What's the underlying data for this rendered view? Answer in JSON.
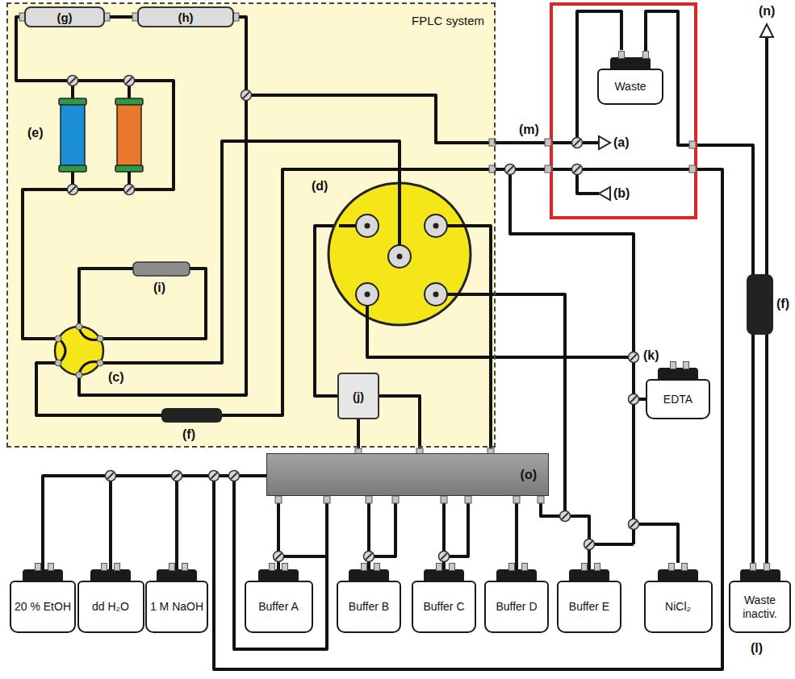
{
  "diagram": {
    "nodes": [
      {
        "text": [
          "FPLC system"
        ]
      },
      {
        "text": [
          "(g)"
        ],
        "in": 0
      },
      {
        "text": [
          "(h)"
        ],
        "in": 0
      },
      {
        "text": [
          "(j)"
        ],
        "in": 0
      },
      {
        "text": [
          "Waste"
        ]
      },
      {
        "text": [
          "(o)"
        ]
      },
      {
        "text": [
          "EDTA"
        ]
      },
      {
        "text": [
          "20 % EtOH"
        ]
      },
      {
        "text": [
          "dd H₂O"
        ]
      },
      {
        "text": [
          "1 M NaOH"
        ]
      },
      {
        "text": [
          "Buffer A"
        ]
      },
      {
        "text": [
          "Buffer B"
        ]
      },
      {
        "text": [
          "Buffer C"
        ]
      },
      {
        "text": [
          "Buffer D"
        ]
      },
      {
        "text": [
          "Buffer E"
        ]
      },
      {
        "text": [
          "NiCl₂"
        ]
      },
      {
        "text": [
          "Waste inactiv."
        ]
      }
    ],
    "edges": [
      {
        "from": 1,
        "to": 2,
        "arrow": "none"
      },
      {
        "from": 3,
        "to": 5,
        "arrow": "none"
      },
      {
        "from": 7,
        "to": 5,
        "arrow": "none"
      },
      {
        "from": 8,
        "to": 5,
        "arrow": "none"
      },
      {
        "from": 9,
        "to": 5,
        "arrow": "none"
      },
      {
        "from": 10,
        "to": 5,
        "arrow": "none"
      },
      {
        "from": 11,
        "to": 5,
        "arrow": "none"
      },
      {
        "from": 12,
        "to": 5,
        "arrow": "none"
      },
      {
        "from": 13,
        "to": 5,
        "arrow": "none"
      },
      {
        "from": 14,
        "to": 5,
        "arrow": "none"
      },
      {
        "from": 4,
        "to": 16,
        "arrow": "none"
      }
    ],
    "labels": [
      "(e)",
      "(i)",
      "(c)",
      "(f)",
      "(d)",
      "(m)",
      "(a)",
      "(b)",
      "(k)",
      "(n)",
      "(f)",
      "(l)"
    ]
  }
}
